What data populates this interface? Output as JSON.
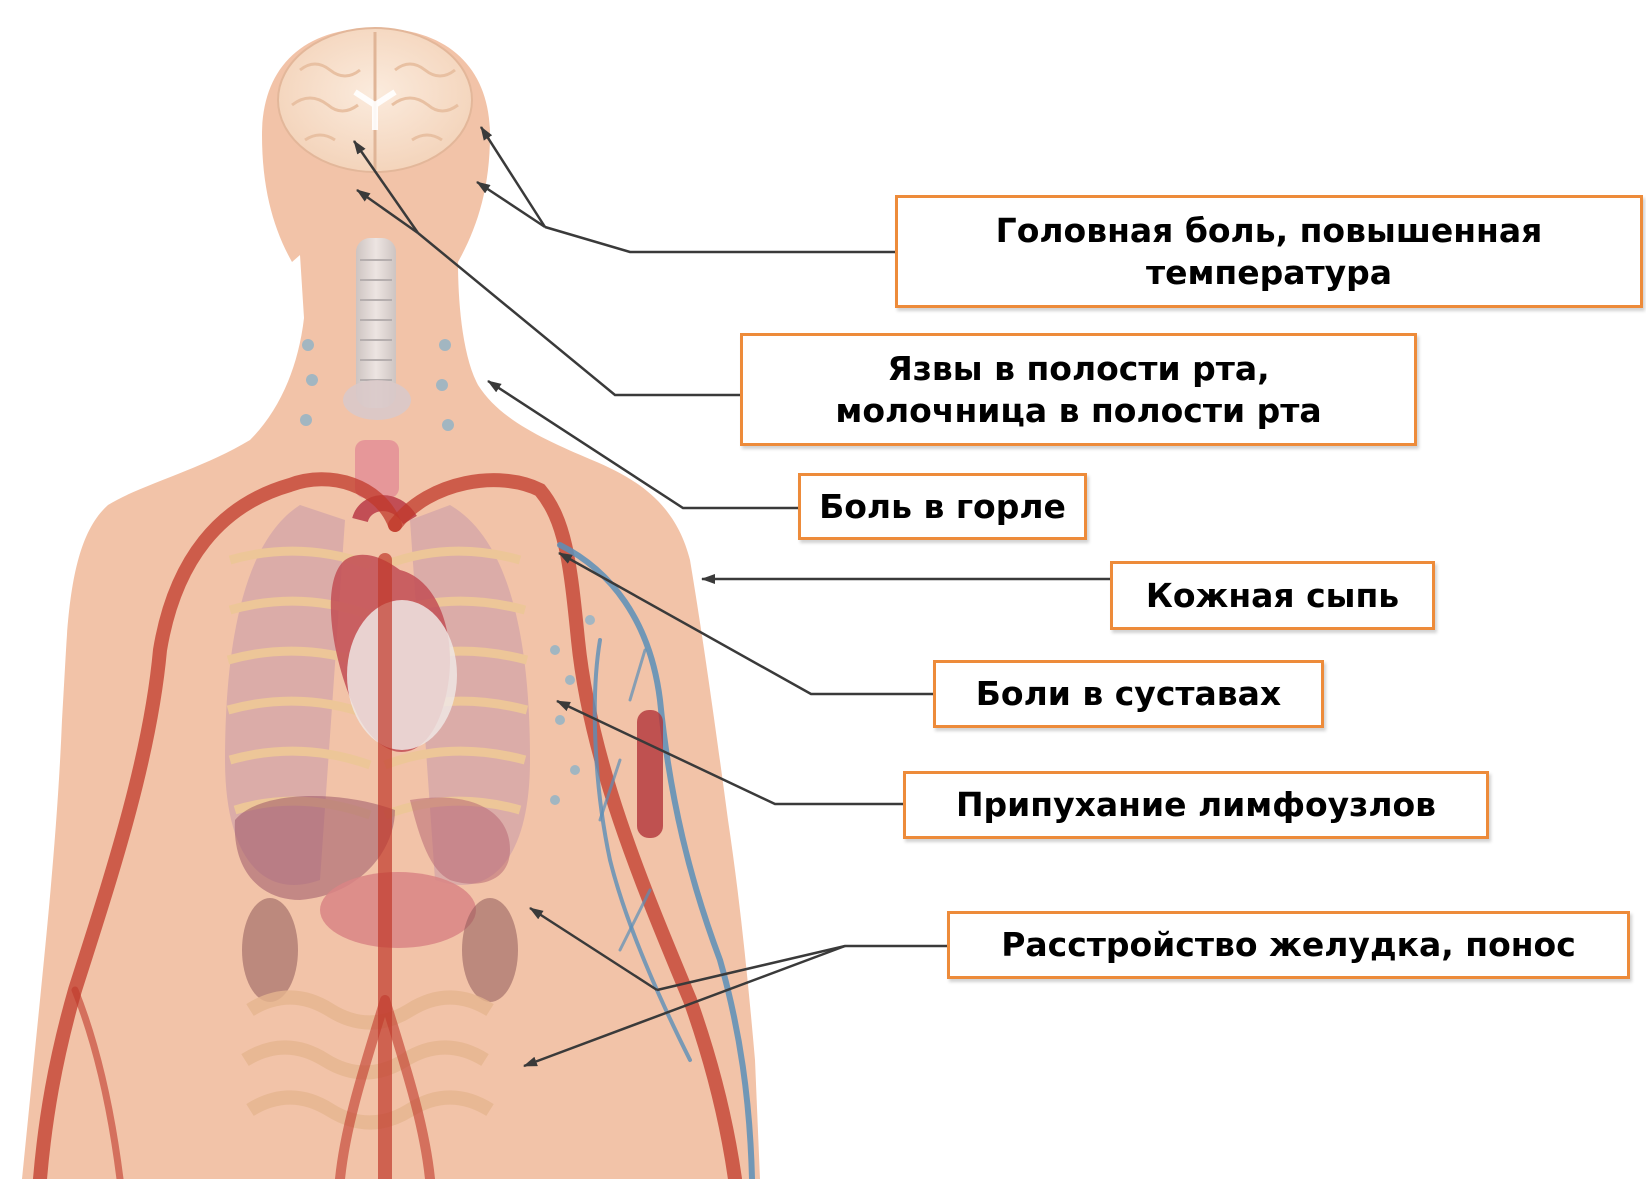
{
  "diagram": {
    "colors": {
      "box_border": "#ED8B3A",
      "skin": "#F2C3A8",
      "artery": "#C0392B",
      "vein": "#5A8FB8",
      "arrow": "#3a3a3a"
    },
    "labels": [
      {
        "id": "headache-fever",
        "text": "Головная боль, повышенная\nтемпература"
      },
      {
        "id": "mouth-ulcers",
        "text": "Язвы в полости рта,\nмолочница в полости рта"
      },
      {
        "id": "sore-throat",
        "text": "Боль в горле"
      },
      {
        "id": "skin-rash",
        "text": "Кожная сыпь"
      },
      {
        "id": "joint-pain",
        "text": "Боли в суставах"
      },
      {
        "id": "swollen-lymph-nodes",
        "text": "Припухание лимфоузлов"
      },
      {
        "id": "diarrhea",
        "text": "Расстройство желудка, понос"
      }
    ]
  }
}
